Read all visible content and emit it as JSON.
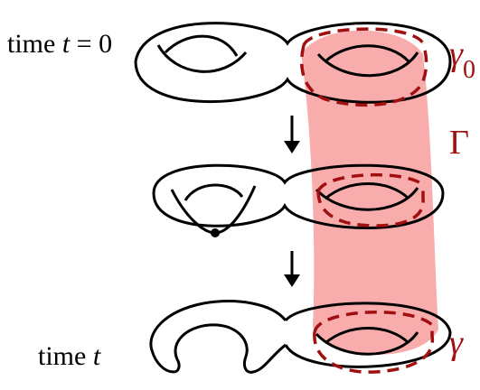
{
  "labels": {
    "time_start_prefix": "time ",
    "time_start_var": "t",
    "time_start_suffix": " = 0",
    "time_end_prefix": "time ",
    "time_end_var": "t",
    "gamma0_symbol": "γ",
    "gamma0_subscript": "0",
    "Gamma_symbol": "Γ",
    "gamma_symbol": "γ"
  },
  "colors": {
    "stroke": "#000000",
    "curve": "#a01010",
    "band_fill": "#f8a8a8"
  }
}
